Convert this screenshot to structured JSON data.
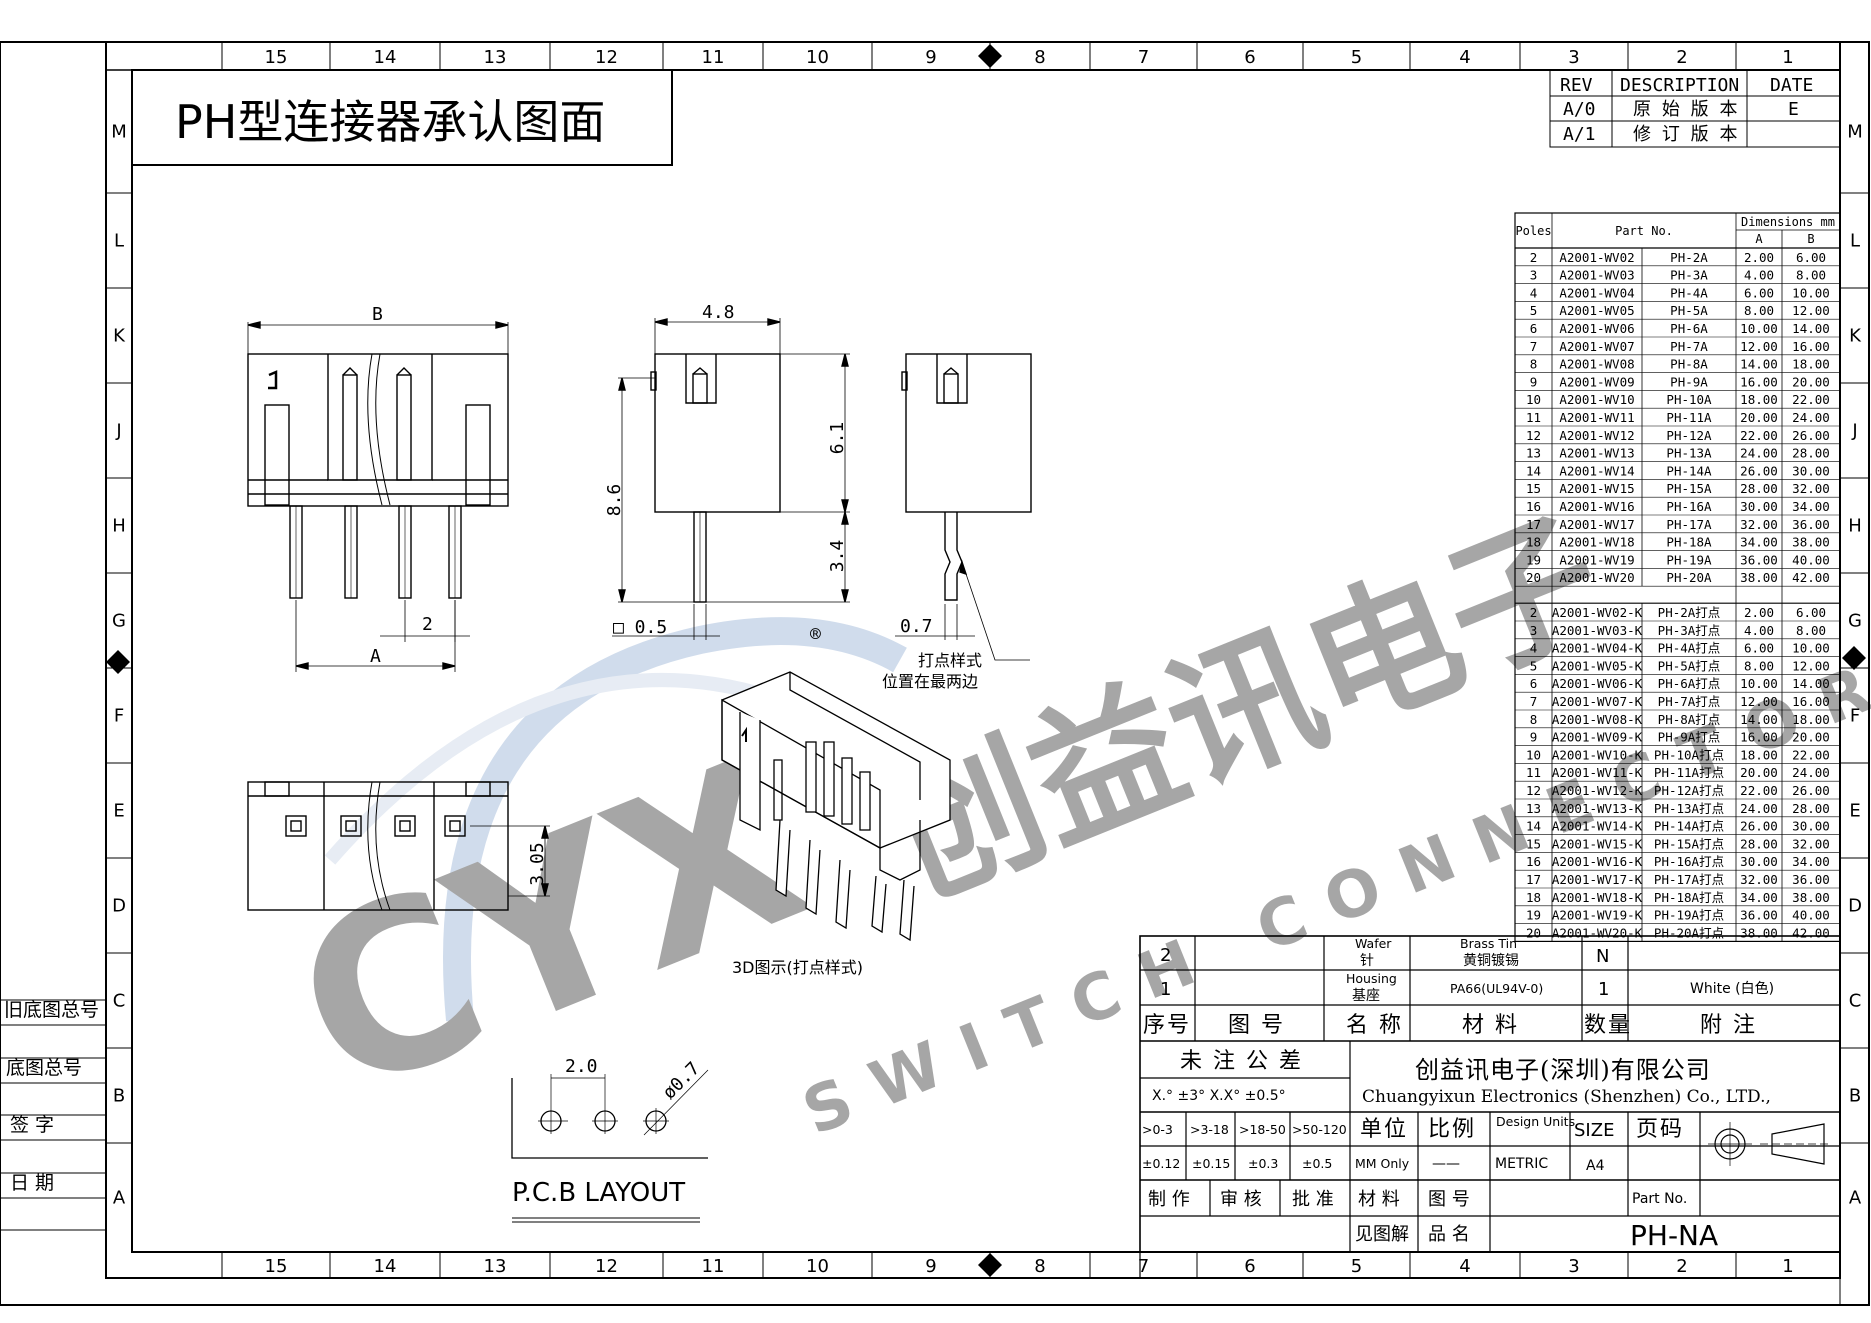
{
  "title": "PH型连接器承认图面",
  "zones": {
    "numbers": [
      "15",
      "14",
      "13",
      "12",
      "11",
      "10",
      "9",
      "8",
      "7",
      "6",
      "5",
      "4",
      "3",
      "2",
      "1"
    ],
    "letters": [
      "M",
      "L",
      "K",
      "J",
      "H",
      "G",
      "F",
      "E",
      "D",
      "C",
      "B",
      "A"
    ]
  },
  "side_block": {
    "old_base_no": "旧底图总号",
    "base_no": "底图总号",
    "signature": "签  字",
    "date": "日  期"
  },
  "revision_table": {
    "headers": [
      "REV",
      "DESCRIPTION",
      "DATE"
    ],
    "rows": [
      [
        "A/0",
        "原 始 版 本",
        "E"
      ],
      [
        "A/1",
        "修 订 版 本",
        ""
      ]
    ]
  },
  "part_table": {
    "header_poles": "Poles",
    "header_part": "Part No.",
    "header_dims": "Dimensions mm",
    "header_a": "A",
    "header_b": "B",
    "rows": [
      [
        "2",
        "A2001-WV02",
        "PH-2A",
        "2.00",
        "6.00"
      ],
      [
        "3",
        "A2001-WV03",
        "PH-3A",
        "4.00",
        "8.00"
      ],
      [
        "4",
        "A2001-WV04",
        "PH-4A",
        "6.00",
        "10.00"
      ],
      [
        "5",
        "A2001-WV05",
        "PH-5A",
        "8.00",
        "12.00"
      ],
      [
        "6",
        "A2001-WV06",
        "PH-6A",
        "10.00",
        "14.00"
      ],
      [
        "7",
        "A2001-WV07",
        "PH-7A",
        "12.00",
        "16.00"
      ],
      [
        "8",
        "A2001-WV08",
        "PH-8A",
        "14.00",
        "18.00"
      ],
      [
        "9",
        "A2001-WV09",
        "PH-9A",
        "16.00",
        "20.00"
      ],
      [
        "10",
        "A2001-WV10",
        "PH-10A",
        "18.00",
        "22.00"
      ],
      [
        "11",
        "A2001-WV11",
        "PH-11A",
        "20.00",
        "24.00"
      ],
      [
        "12",
        "A2001-WV12",
        "PH-12A",
        "22.00",
        "26.00"
      ],
      [
        "13",
        "A2001-WV13",
        "PH-13A",
        "24.00",
        "28.00"
      ],
      [
        "14",
        "A2001-WV14",
        "PH-14A",
        "26.00",
        "30.00"
      ],
      [
        "15",
        "A2001-WV15",
        "PH-15A",
        "28.00",
        "32.00"
      ],
      [
        "16",
        "A2001-WV16",
        "PH-16A",
        "30.00",
        "34.00"
      ],
      [
        "17",
        "A2001-WV17",
        "PH-17A",
        "32.00",
        "36.00"
      ],
      [
        "18",
        "A2001-WV18",
        "PH-18A",
        "34.00",
        "38.00"
      ],
      [
        "19",
        "A2001-WV19",
        "PH-19A",
        "36.00",
        "40.00"
      ],
      [
        "20",
        "A2001-WV20",
        "PH-20A",
        "38.00",
        "42.00"
      ]
    ],
    "rows_k": [
      [
        "2",
        "A2001-WV02-K",
        "PH-2A打点",
        "2.00",
        "6.00"
      ],
      [
        "3",
        "A2001-WV03-K",
        "PH-3A打点",
        "4.00",
        "8.00"
      ],
      [
        "4",
        "A2001-WV04-K",
        "PH-4A打点",
        "6.00",
        "10.00"
      ],
      [
        "5",
        "A2001-WV05-K",
        "PH-5A打点",
        "8.00",
        "12.00"
      ],
      [
        "6",
        "A2001-WV06-K",
        "PH-6A打点",
        "10.00",
        "14.00"
      ],
      [
        "7",
        "A2001-WV07-K",
        "PH-7A打点",
        "12.00",
        "16.00"
      ],
      [
        "8",
        "A2001-WV08-K",
        "PH-8A打点",
        "14.00",
        "18.00"
      ],
      [
        "9",
        "A2001-WV09-K",
        "PH-9A打点",
        "16.00",
        "20.00"
      ],
      [
        "10",
        "A2001-WV10-K",
        "PH-10A打点",
        "18.00",
        "22.00"
      ],
      [
        "11",
        "A2001-WV11-K",
        "PH-11A打点",
        "20.00",
        "24.00"
      ],
      [
        "12",
        "A2001-WV12-K",
        "PH-12A打点",
        "22.00",
        "26.00"
      ],
      [
        "13",
        "A2001-WV13-K",
        "PH-13A打点",
        "24.00",
        "28.00"
      ],
      [
        "14",
        "A2001-WV14-K",
        "PH-14A打点",
        "26.00",
        "30.00"
      ],
      [
        "15",
        "A2001-WV15-K",
        "PH-15A打点",
        "28.00",
        "32.00"
      ],
      [
        "16",
        "A2001-WV16-K",
        "PH-16A打点",
        "30.00",
        "34.00"
      ],
      [
        "17",
        "A2001-WV17-K",
        "PH-17A打点",
        "32.00",
        "36.00"
      ],
      [
        "18",
        "A2001-WV18-K",
        "PH-18A打点",
        "34.00",
        "38.00"
      ],
      [
        "19",
        "A2001-WV19-K",
        "PH-19A打点",
        "36.00",
        "40.00"
      ],
      [
        "20",
        "A2001-WV20-K",
        "PH-20A打点",
        "38.00",
        "42.00"
      ]
    ]
  },
  "dimensions": {
    "front_width": "B",
    "pitch": "2",
    "span": "A",
    "side_width": "4.8",
    "total_height": "8.6",
    "body_height": "6.1",
    "pin_length": "3.4",
    "pin_square": "□ 0.5",
    "dot_offset": "0.7",
    "bottom_height": "3.05",
    "registered_mark": "®"
  },
  "notes": {
    "dot_line1": "打点样式",
    "dot_line2": "位置在最两边",
    "view_3d": "3D图示(打点样式)"
  },
  "pcb": {
    "label": "P.C.B LAYOUT",
    "pitch": "2.0",
    "hole": "ø0.7"
  },
  "watermark": {
    "logo": "CYX",
    "company": "创益讯电子",
    "slogan": "SWITCH CONNECTOR"
  },
  "title_block": {
    "bom_rows": [
      {
        "no": "2",
        "drawing": "",
        "name_en": "Wafer",
        "name_cn": "针",
        "mat_en": "Brass Tin",
        "mat_cn": "黄铜镀锡",
        "qty": "N",
        "note": ""
      },
      {
        "no": "1",
        "drawing": "",
        "name_en": "Housing",
        "name_cn": "基座",
        "mat_en": "PA66(UL94V-0)",
        "mat_cn": "",
        "qty": "1",
        "note": "White (白色)"
      }
    ],
    "bom_header": {
      "no": "序号",
      "drawing": "图  号",
      "name": "名 称",
      "material": "材    料",
      "qty": "数量",
      "note": "附    注"
    },
    "tolerance_title": "未 注 公 差",
    "tolerance_angles": "X.° ±3°  X.X° ±0.5°",
    "company_cn": "创益讯电子(深圳)有限公司",
    "company_en": "Chuangyixun Electronics (Shenzhen) Co., LTD.,",
    "tol_ranges": [
      ">0-3",
      ">3-18",
      ">18-50",
      ">50-120"
    ],
    "tol_values": [
      "±0.12",
      "±0.15",
      "±0.3",
      "±0.5"
    ],
    "unit_label": "单位",
    "unit_value": "MM Only",
    "scale_label": "比例",
    "scale_value": "——",
    "design_units_label": "Design Units",
    "design_units_value": "METRIC",
    "size_label": "SIZE",
    "size_value": "A4",
    "page_label": "页码",
    "signoff": [
      "制 作",
      "审 核",
      "批 准",
      "材 料",
      "图 号"
    ],
    "see_drawing": "见图解",
    "product_name_label": "品 名",
    "part_no_label": "Part No.",
    "part_no_value": "PH-NA"
  }
}
